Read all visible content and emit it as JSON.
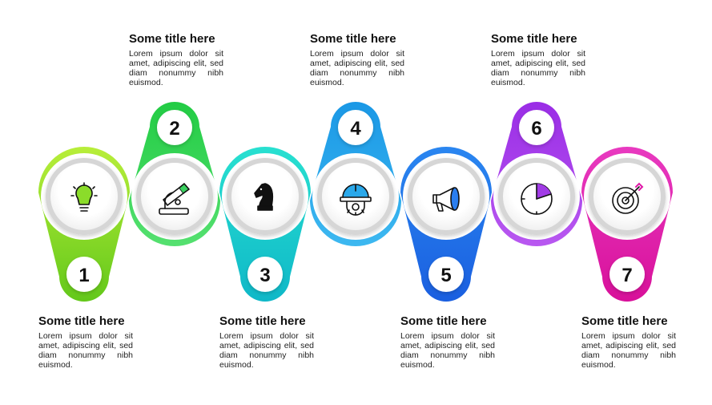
{
  "steps": [
    {
      "num": "1",
      "title": "Some title here",
      "body": "Lorem ipsum dolor sit amet, adipiscing elit, sed diam nonummy nibh euismod.",
      "color": "#7ed321",
      "icon": "lightbulb-icon"
    },
    {
      "num": "2",
      "title": "Some title here",
      "body": "Lorem ipsum dolor sit amet, adipiscing elit, sed diam nonummy nibh euismod.",
      "color": "#2ecc55",
      "icon": "microscope-icon"
    },
    {
      "num": "3",
      "title": "Some title here",
      "body": "Lorem ipsum dolor sit amet, adipiscing elit, sed diam nonummy nibh euismod.",
      "color": "#17c9c9",
      "icon": "chess-knight-icon"
    },
    {
      "num": "4",
      "title": "Some title here",
      "body": "Lorem ipsum dolor sit amet, adipiscing elit, sed diam nonummy nibh euismod.",
      "color": "#1fa3e6",
      "icon": "helmet-gear-icon"
    },
    {
      "num": "5",
      "title": "Some title here",
      "body": "Lorem ipsum dolor sit amet, adipiscing elit, sed diam nonummy nibh euismod.",
      "color": "#1e73e8",
      "icon": "megaphone-icon"
    },
    {
      "num": "6",
      "title": "Some title here",
      "body": "Lorem ipsum dolor sit amet, adipiscing elit, sed diam nonummy nibh euismod.",
      "color": "#a13be6",
      "icon": "clock-pie-icon"
    },
    {
      "num": "7",
      "title": "Some title here",
      "body": "Lorem ipsum dolor sit amet, adipiscing elit, sed diam nonummy nibh euismod.",
      "color": "#e018a8",
      "icon": "target-icon"
    }
  ]
}
